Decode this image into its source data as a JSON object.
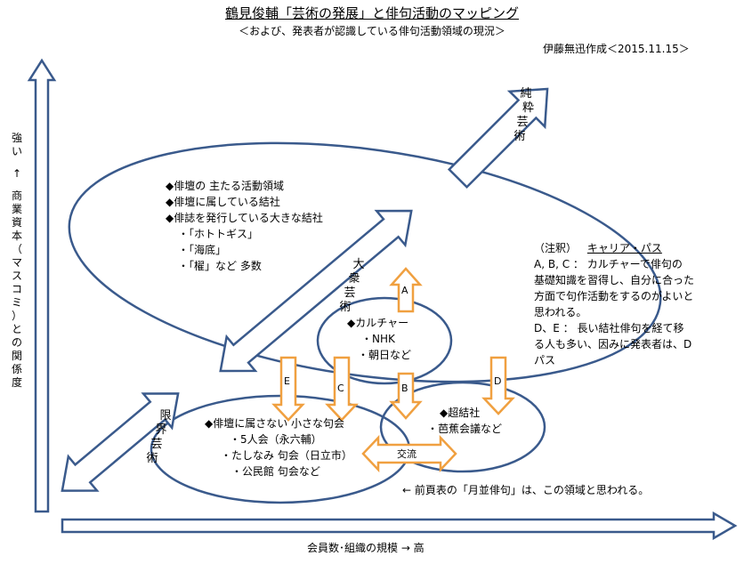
{
  "header": {
    "title": "鶴見俊輔「芸術の発展」と俳句活動のマッピング",
    "subtitle": "＜および、発表者が認識している俳句活動領域の現況＞",
    "author": "伊藤無迅作成＜2015.11.15＞"
  },
  "axes": {
    "y_label": [
      "強",
      "い",
      "↑",
      "商",
      "業",
      "資",
      "本",
      "（",
      "マ",
      "ス",
      "コ",
      "ミ",
      "）",
      "と",
      "の",
      "関",
      "係",
      "度"
    ],
    "x_label": "会員数･組織の規模 → 高"
  },
  "arts": {
    "pure": [
      "純",
      "粋",
      "芸",
      "術"
    ],
    "mass": [
      "大",
      "衆",
      "芸",
      "術"
    ],
    "marginal": [
      "限",
      "界",
      "芸",
      "術"
    ]
  },
  "big_region": {
    "lines": [
      "◆俳壇の 主たる活動領域",
      "◆俳壇に属している結社",
      "◆俳誌を発行している大きな結社"
    ],
    "examples": [
      "・「ホトトギス」",
      "・「海底」",
      "・「櫂」など 多数"
    ]
  },
  "culture_region": {
    "lines": [
      "◆カルチャー",
      "・NHK",
      "・朝日など"
    ]
  },
  "small_region": {
    "lines": [
      "◆俳壇に属さない 小さな句会",
      "・5人会（永六輔）",
      "・たしなみ 句会（日立市）",
      "・公民館 句会など"
    ]
  },
  "super_region": {
    "lines": [
      "◆超結社",
      "・芭蕉会議など"
    ]
  },
  "paths": {
    "A": "A",
    "B": "B",
    "C": "C",
    "D": "D",
    "E": "E",
    "exchange": "交流"
  },
  "note": {
    "heading": "（注釈）",
    "heading_term": "キャリア・パス",
    "lines": [
      "A, B, C ： カルチャーで俳句の",
      "基礎知識を習得し、自分に合った",
      "方面で句作活動をするのがよいと",
      "思われる。",
      "D、E ： 長い結社俳句を経て移",
      "る人も多い、因みに発表者は、D",
      "パス"
    ]
  },
  "footnote": "← 前頁表の「月並俳句」は、この領域と思われる。",
  "colors": {
    "outline": "#3a5a8c",
    "orange": "#f0a040",
    "arrow_fill": "#ffffff"
  }
}
